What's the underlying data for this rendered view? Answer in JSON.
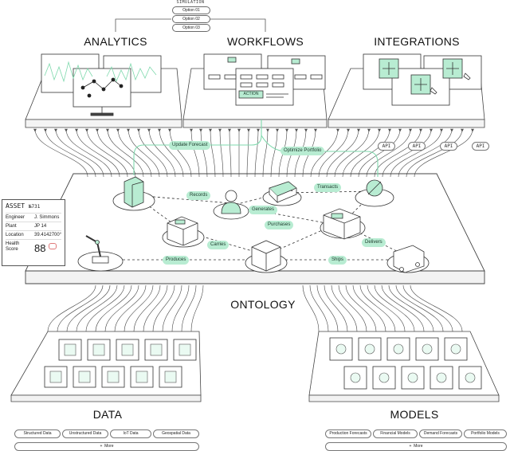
{
  "simulation": {
    "title": "SIMULATION",
    "options": [
      "Option 01",
      "Option 02",
      "Option 03"
    ]
  },
  "sections": {
    "analytics": "ANALYTICS",
    "workflows": "WORKFLOWS",
    "integrations": "INTEGRATIONS",
    "ontology": "ONTOLOGY",
    "data": "DATA",
    "models": "MODELS"
  },
  "workflow_action": "ACTION",
  "api_labels": [
    "API",
    "API",
    "API",
    "API"
  ],
  "flow_tags": {
    "update_forecast": "Update Forecast",
    "optimize_portfolio": "Optimize Portfolio"
  },
  "relations": {
    "records": "Records",
    "generates": "Generates",
    "transacts": "Transacts",
    "purchases": "Purchases",
    "carries": "Carries",
    "delivers": "Delivers",
    "produces": "Produces",
    "ships": "Ships"
  },
  "asset": {
    "title": "ASSET",
    "number": "№731",
    "fields": [
      {
        "key": "Engineer",
        "value": "J. Simmons"
      },
      {
        "key": "Plant",
        "value": "JP 14"
      },
      {
        "key": "Location",
        "value": "39.4142700°"
      }
    ],
    "health_label_1": "Health",
    "health_label_2": "Score",
    "health_value": "88"
  },
  "data_categories": [
    "Structured Data",
    "Unstructured Data",
    "IoT Data",
    "Geospatial Data"
  ],
  "data_more": "More",
  "model_categories": [
    "Production Forecasts",
    "Financial Models",
    "Demand Forecasts",
    "Portfolio Models"
  ],
  "models_more": "More",
  "colors": {
    "accent": "#b8ecd2",
    "accent_line": "#7fd9ad",
    "ink": "#1a1a1a"
  }
}
